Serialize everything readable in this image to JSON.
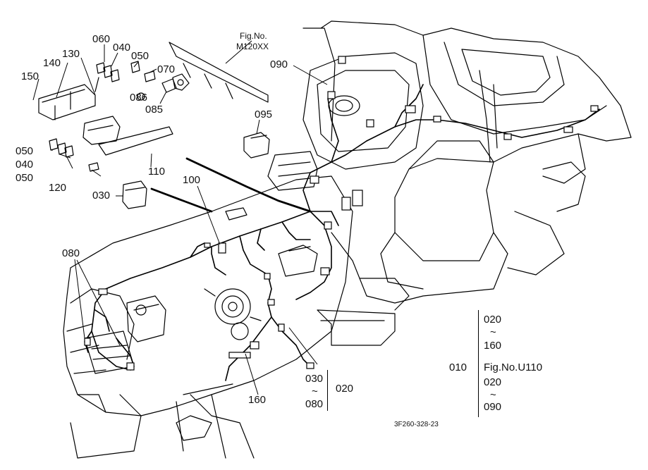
{
  "diagram": {
    "fig_ref_label": "Fig.No.",
    "fig_ref_code": "M120XX",
    "drawing_code": "3F260-328-23",
    "part_labels": {
      "p060": "060",
      "p040a": "040",
      "p130": "130",
      "p140": "140",
      "p050a": "050",
      "p070": "070",
      "p150": "150",
      "p086": "086",
      "p085": "085",
      "p095": "095",
      "p090": "090",
      "p050b": "050",
      "p040b": "040",
      "p050c": "050",
      "p110": "110",
      "p120": "120",
      "p100": "100",
      "p030": "030",
      "p080": "080",
      "p160": "160",
      "p020": "020"
    },
    "range_bottom": {
      "from": "030",
      "tilde": "~",
      "to": "080"
    },
    "assembly_list": {
      "main": "010",
      "r1_from": "020",
      "tilde1": "~",
      "r1_to": "160",
      "fig_ref": "Fig.No.U110",
      "r2_from": "020",
      "tilde2": "~",
      "r2_to": "090"
    }
  }
}
